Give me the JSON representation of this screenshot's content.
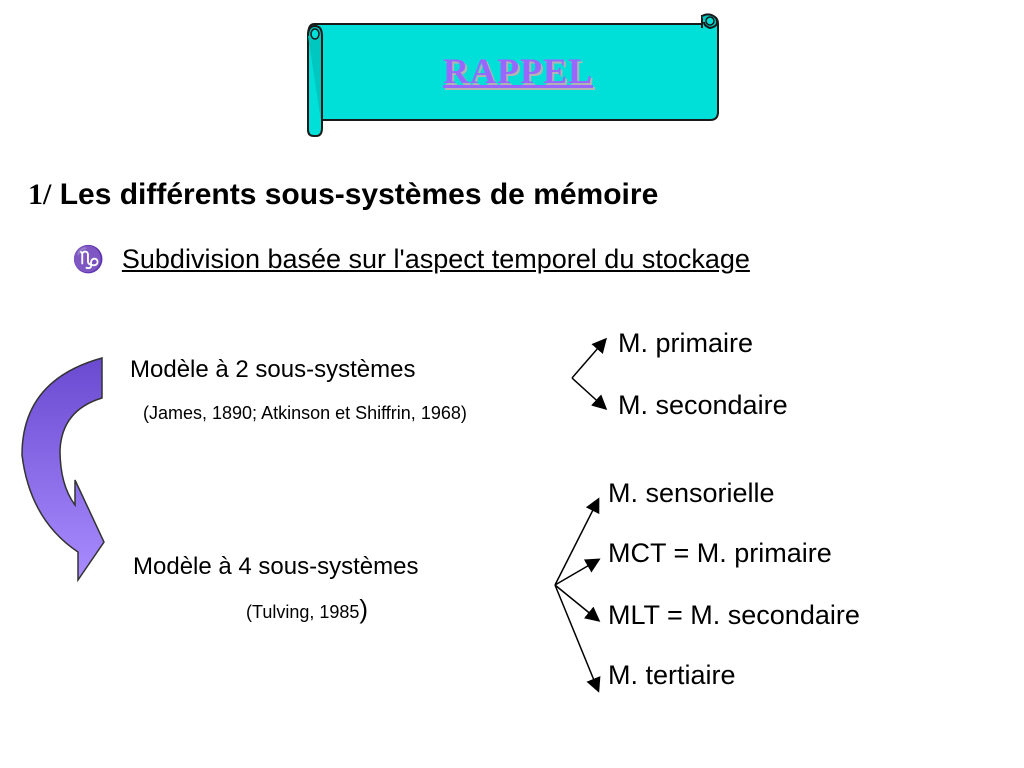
{
  "banner": {
    "title": "RAPPEL",
    "fill_color": "#00e0d8",
    "title_color": "#9966ff"
  },
  "section": {
    "number": "1/",
    "title": "Les différents sous-systèmes de mémoire"
  },
  "bullet": {
    "glyph": "♑",
    "icon": "capricorn-bullet-icon",
    "text": "Subdivision basée sur l'aspect temporel du stockage"
  },
  "model2": {
    "label": "Modèle à 2 sous-systèmes",
    "citation": "(James, 1890; Atkinson et Shiffrin, 1968)",
    "items": [
      "M. primaire",
      "M. secondaire"
    ]
  },
  "model4": {
    "label": "Modèle à 4 sous-systèmes",
    "citation": "(Tulving, 1985",
    "citation_close": ")",
    "items": [
      "M. sensorielle",
      "MCT = M. primaire",
      "MLT = M. secondaire",
      "M. tertiaire"
    ]
  },
  "transition_arrow": {
    "color": "#9966ff",
    "icon": "curved-arrow-icon"
  }
}
